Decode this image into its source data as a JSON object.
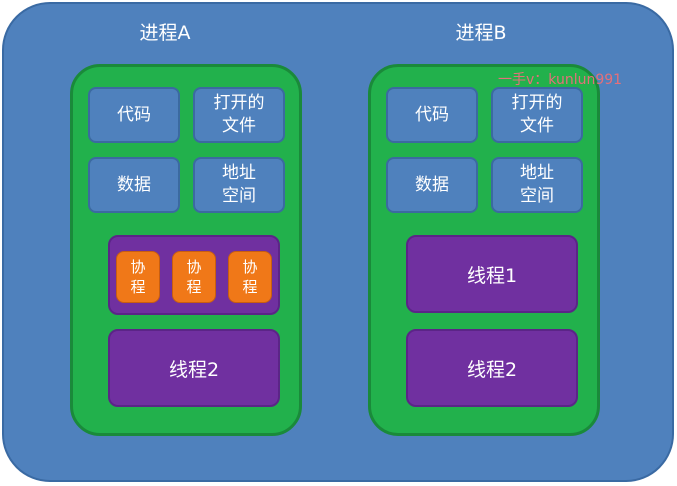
{
  "processes": [
    {
      "title": "进程A",
      "boxes": [
        "代码",
        "打开的\n文件",
        "数据",
        "地址\n空间"
      ],
      "coroutines": [
        "协\n程",
        "协\n程",
        "协\n程"
      ],
      "thread": "线程2"
    },
    {
      "title": "进程B",
      "boxes": [
        "代码",
        "打开的\n文件",
        "数据",
        "地址\n空间"
      ],
      "threads": [
        "线程1",
        "线程2"
      ]
    }
  ],
  "watermark": "一手v：kunlun991",
  "colors": {
    "background": "#4f81bd",
    "process": "#22b14c",
    "thread": "#7030a0",
    "coroutine": "#f07818",
    "box": "#4f81bd"
  }
}
